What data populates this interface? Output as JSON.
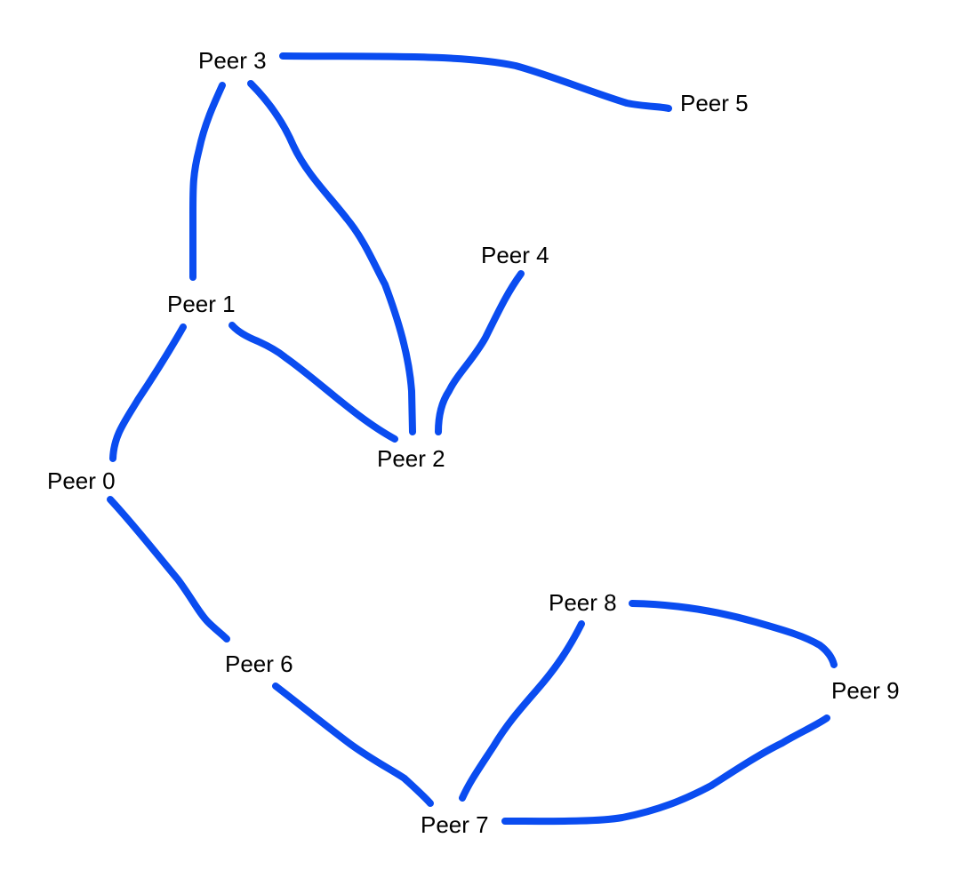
{
  "diagram": {
    "edge_color": "#0a4cf0",
    "background": "#ffffff",
    "nodes": [
      {
        "id": "peer-0",
        "label": "Peer 0"
      },
      {
        "id": "peer-1",
        "label": "Peer 1"
      },
      {
        "id": "peer-2",
        "label": "Peer 2"
      },
      {
        "id": "peer-3",
        "label": "Peer 3"
      },
      {
        "id": "peer-4",
        "label": "Peer 4"
      },
      {
        "id": "peer-5",
        "label": "Peer 5"
      },
      {
        "id": "peer-6",
        "label": "Peer 6"
      },
      {
        "id": "peer-7",
        "label": "Peer 7"
      },
      {
        "id": "peer-8",
        "label": "Peer 8"
      },
      {
        "id": "peer-9",
        "label": "Peer 9"
      }
    ],
    "edges": [
      {
        "from": "peer-3",
        "to": "peer-5"
      },
      {
        "from": "peer-3",
        "to": "peer-1"
      },
      {
        "from": "peer-3",
        "to": "peer-2"
      },
      {
        "from": "peer-1",
        "to": "peer-2"
      },
      {
        "from": "peer-4",
        "to": "peer-2"
      },
      {
        "from": "peer-1",
        "to": "peer-0"
      },
      {
        "from": "peer-0",
        "to": "peer-6"
      },
      {
        "from": "peer-6",
        "to": "peer-7"
      },
      {
        "from": "peer-8",
        "to": "peer-7"
      },
      {
        "from": "peer-8",
        "to": "peer-9"
      },
      {
        "from": "peer-9",
        "to": "peer-7"
      }
    ]
  }
}
